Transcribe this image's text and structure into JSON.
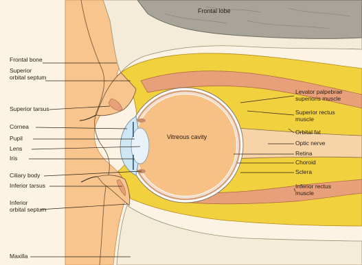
{
  "diagram": {
    "labels": {
      "frontal_lobe": "Frontal lobe",
      "frontal_bone": "Frontal bone",
      "superior_orbital_septum": [
        "Superior",
        "orbital septum"
      ],
      "superior_tarsus": "Superior tarsus",
      "cornea": "Cornea",
      "pupil": "Pupil",
      "lens": "Lens",
      "iris": "Iris",
      "ciliary_body": "Ciliary body",
      "inferior_tarsus": "Inferior tarsus",
      "inferior_orbital_septum": [
        "Inferior",
        "orbital septum"
      ],
      "maxilla": "Maxilla",
      "vitreous_cavity": "Vitreous cavity",
      "levator": [
        "Levator palpebrae",
        "superioris muscle"
      ],
      "superior_rectus": [
        "Superior rectus",
        "muscle"
      ],
      "orbital_fat": "Orbital fat",
      "optic_nerve": "Optic nerve",
      "retina": "Retina",
      "choroid": "Choroid",
      "sclera": "Sclera",
      "inferior_rectus": [
        "Inferior rectus",
        "muscle"
      ]
    },
    "colors": {
      "background": "#fdf3e4",
      "skin": "#f7c58d",
      "bone": "#f4ecd8",
      "brain": "#a9a49a",
      "fat": "#f2d13f",
      "muscle": "#e7a079",
      "vitreous": "#f7c085",
      "cornea": "#cfe6f4",
      "sclera": "#ffffff",
      "leader_line": "#2a2016"
    }
  }
}
